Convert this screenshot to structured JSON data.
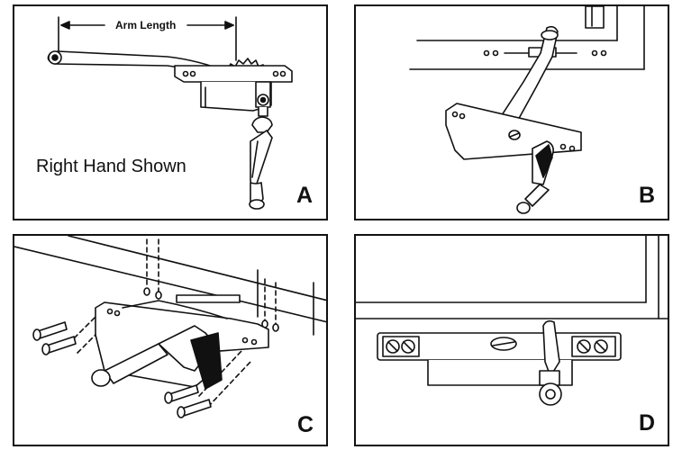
{
  "panels": {
    "a": {
      "letter": "A",
      "caption": "Right Hand Shown",
      "dimension_label": "Arm Length"
    },
    "b": {
      "letter": "B"
    },
    "c": {
      "letter": "C"
    },
    "d": {
      "letter": "D"
    }
  },
  "colors": {
    "line": "#111111",
    "background": "#ffffff"
  }
}
